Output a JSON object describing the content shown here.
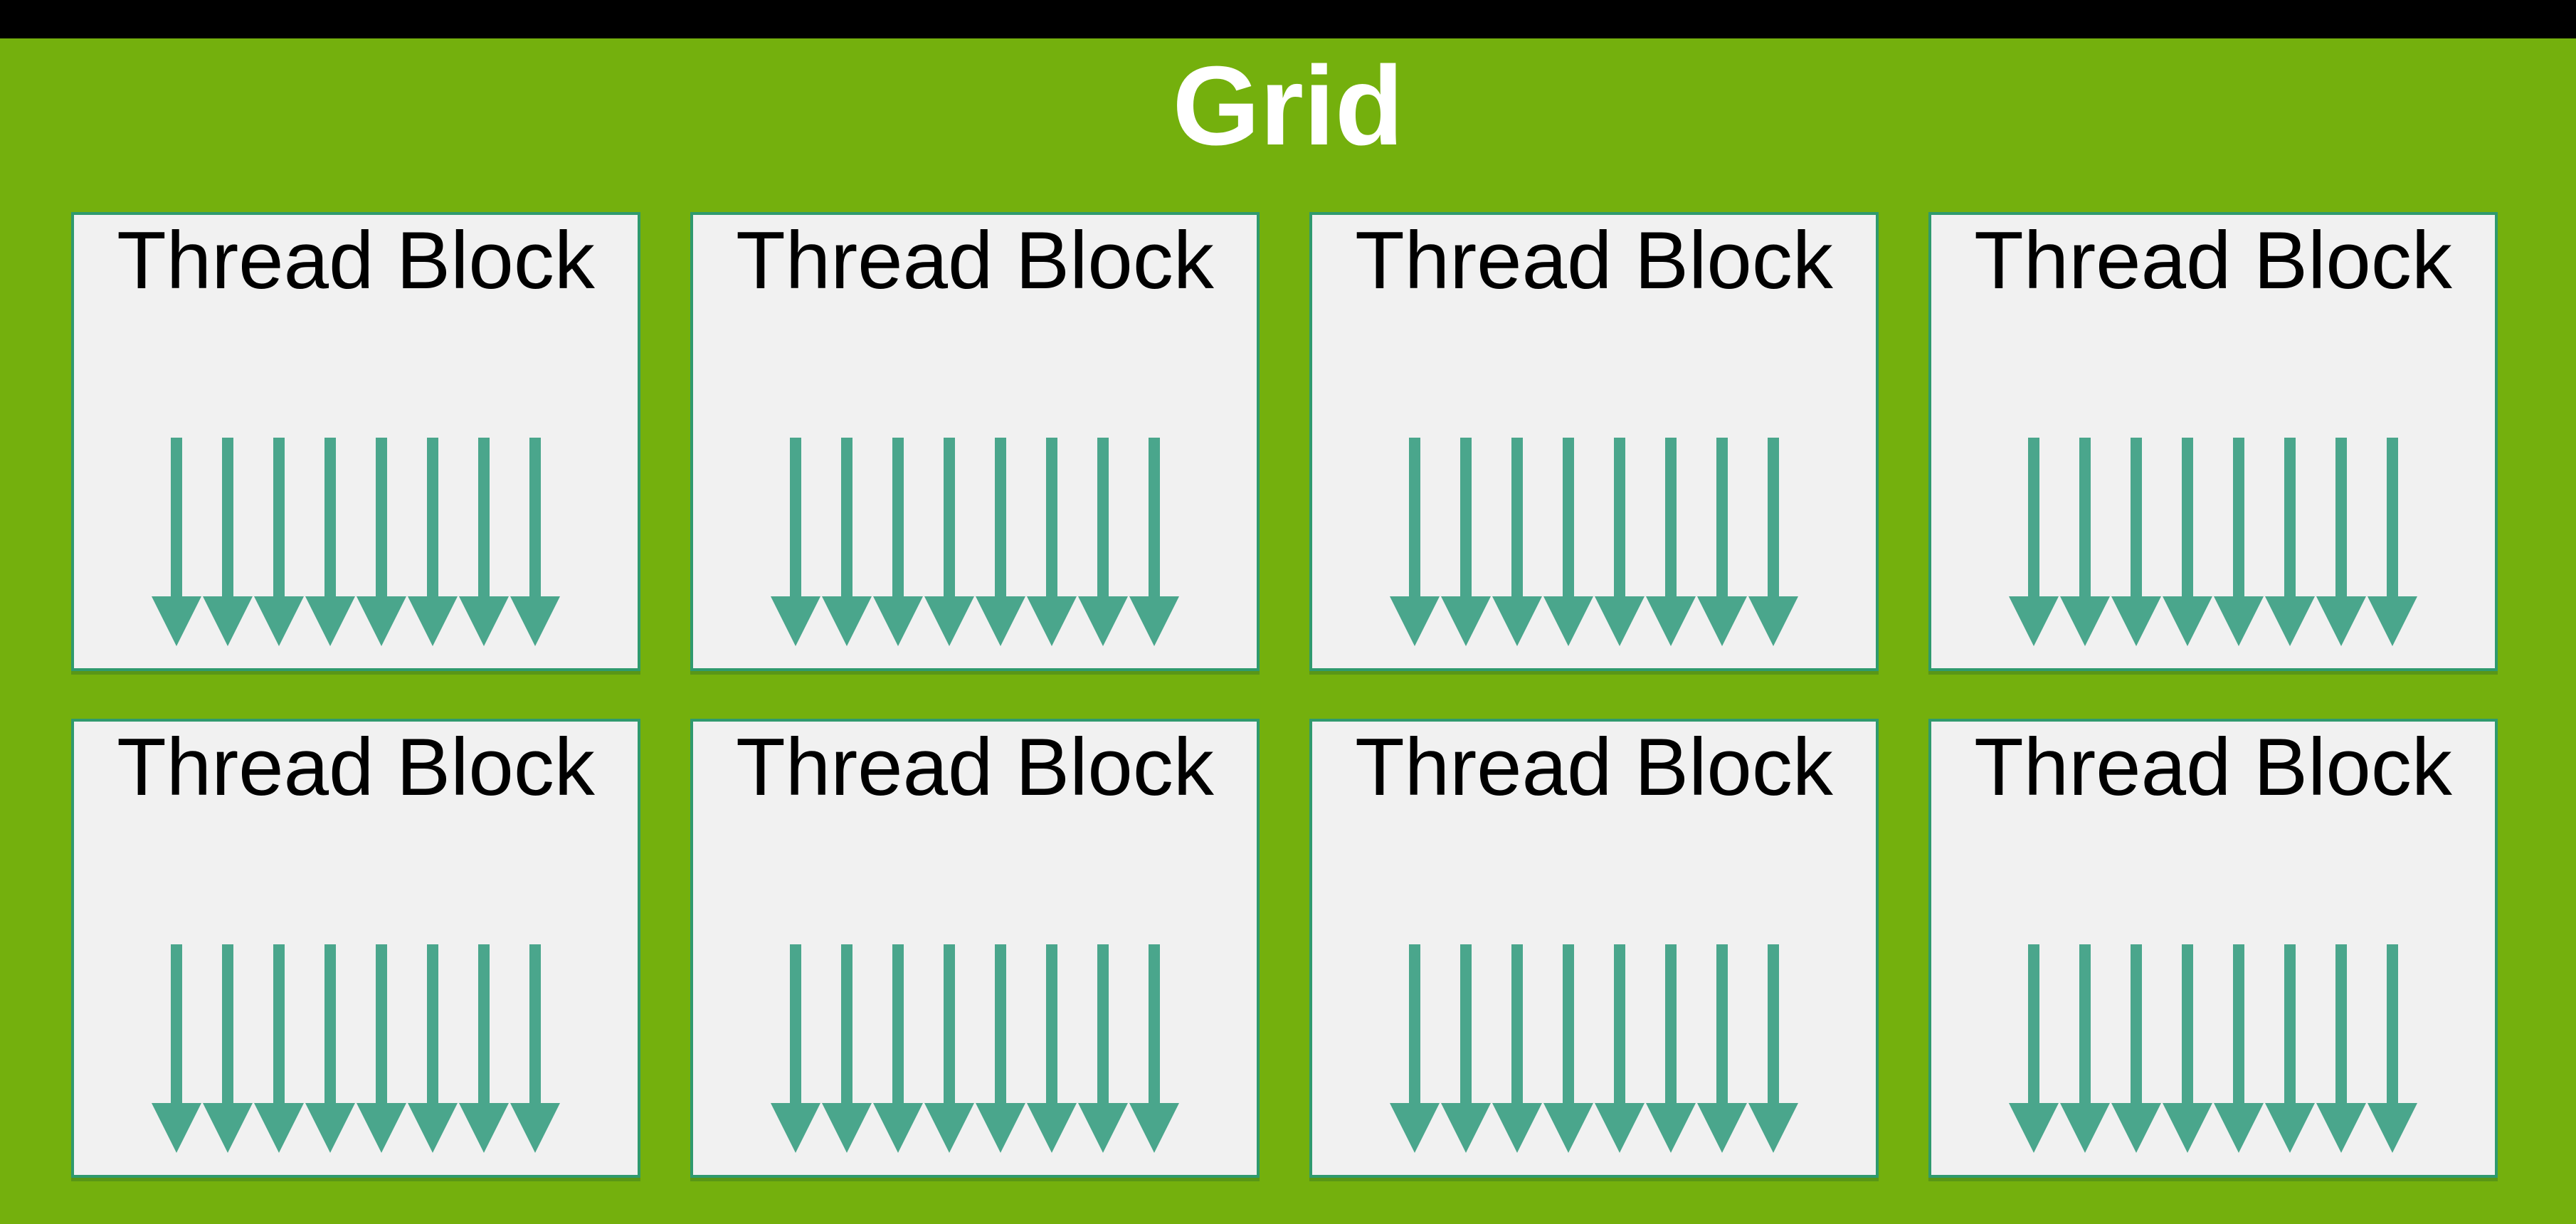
{
  "panel": {
    "title": "Grid"
  },
  "grid": {
    "rows": 2,
    "columns": 4,
    "arrows_per_block": 8,
    "blocks": [
      {
        "label": "Thread Block"
      },
      {
        "label": "Thread Block"
      },
      {
        "label": "Thread Block"
      },
      {
        "label": "Thread Block"
      },
      {
        "label": "Thread Block"
      },
      {
        "label": "Thread Block"
      },
      {
        "label": "Thread Block"
      },
      {
        "label": "Thread Block"
      }
    ]
  },
  "colors": {
    "top_bar": "#000000",
    "panel_green": "#74B00D",
    "block_fill": "#F1F1F1",
    "block_border": "#2F9A6E",
    "arrow": "#4AA68C",
    "title_text": "#FFFFFF",
    "label_text": "#000000"
  }
}
